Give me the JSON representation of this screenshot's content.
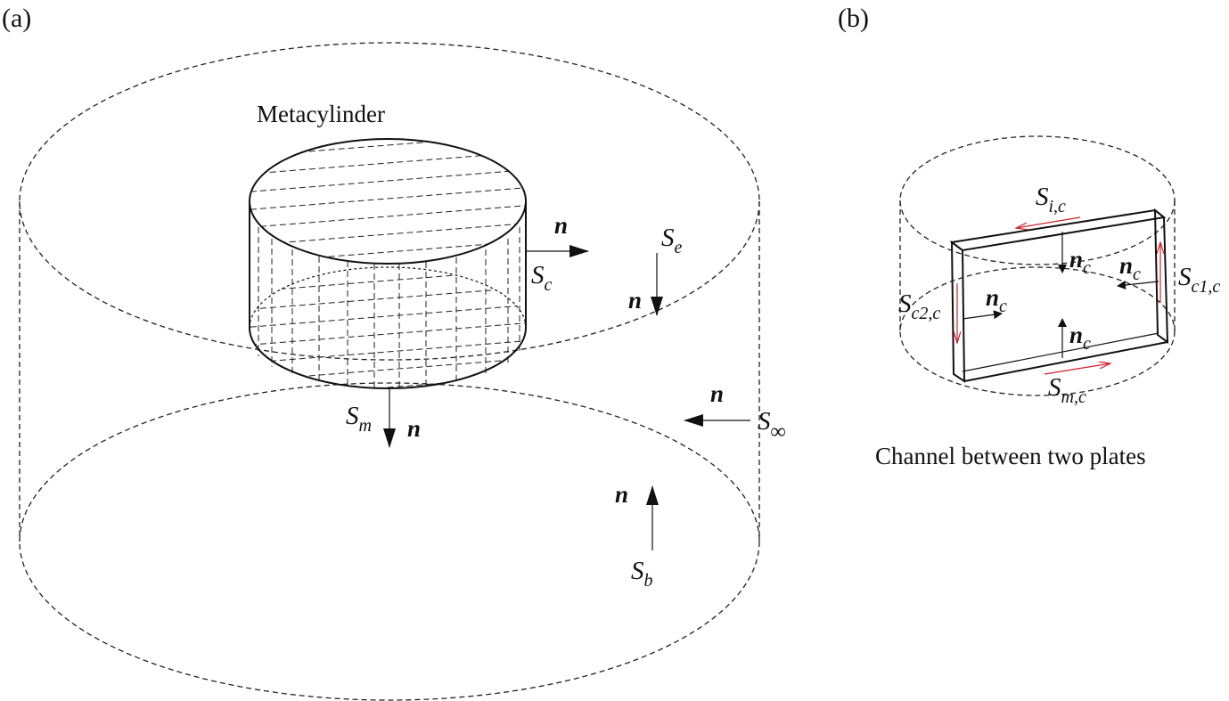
{
  "panel_a": {
    "tag": "(a)",
    "title": "Metacylinder",
    "labels": {
      "s_c": "S",
      "s_c_sub": "c",
      "s_e": "S",
      "s_e_sub": "e",
      "s_m": "S",
      "s_m_sub": "m",
      "s_inf": "S",
      "s_inf_sub": "∞",
      "s_b": "S",
      "s_b_sub": "b",
      "n": "n"
    }
  },
  "panel_b": {
    "tag": "(b)",
    "caption": "Channel between two plates",
    "labels": {
      "s_ic": "S",
      "s_ic_sub": "i,c",
      "s_c1c": "S",
      "s_c1c_sub": "c1,c",
      "s_c2c": "S",
      "s_c2c_sub": "c2,c",
      "s_mc": "S",
      "s_mc_sub": "m,c",
      "n": "n",
      "n_sub": "c"
    }
  },
  "colors": {
    "ink": "#111111",
    "flow_arrow": "#d0202a"
  }
}
